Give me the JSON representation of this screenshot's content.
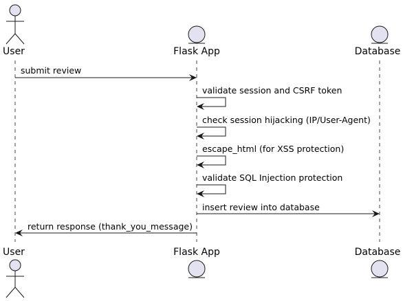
{
  "participants": [
    {
      "id": "user",
      "name": "User",
      "kind": "actor"
    },
    {
      "id": "app",
      "name": "Flask App",
      "kind": "entity"
    },
    {
      "id": "db",
      "name": "Database",
      "kind": "entity"
    }
  ],
  "messages": [
    {
      "from": "user",
      "to": "app",
      "label": "submit review"
    },
    {
      "from": "app",
      "to": "app",
      "label": "validate session and CSRF token"
    },
    {
      "from": "app",
      "to": "app",
      "label": "check session hijacking (IP/User-Agent)"
    },
    {
      "from": "app",
      "to": "app",
      "label": "escape_html (for XSS protection)"
    },
    {
      "from": "app",
      "to": "app",
      "label": "validate SQL Injection protection"
    },
    {
      "from": "app",
      "to": "db",
      "label": "insert review into database"
    },
    {
      "from": "app",
      "to": "user",
      "label": "return response (thank_you_message)"
    }
  ],
  "colors": {
    "participant_fill": "#e2e2f0",
    "participant_stroke": "#181818",
    "lifeline": "#181818",
    "arrow": "#181818"
  }
}
